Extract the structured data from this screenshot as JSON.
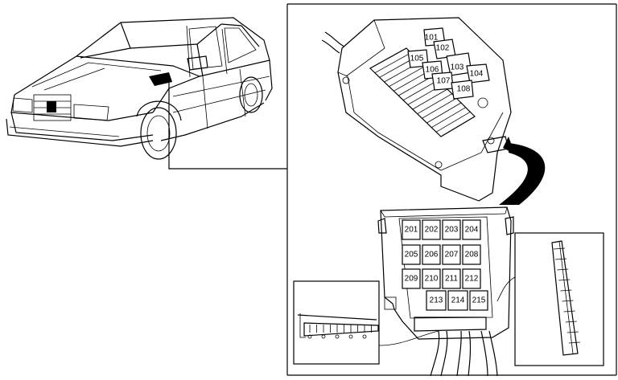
{
  "upper_relay_box": {
    "relays": [
      "101",
      "102",
      "103",
      "104",
      "105",
      "106",
      "107",
      "108"
    ]
  },
  "lower_relay_box": {
    "relays": [
      "201",
      "202",
      "203",
      "204",
      "205",
      "206",
      "207",
      "208",
      "209",
      "210",
      "211",
      "212",
      "213",
      "214",
      "215"
    ]
  }
}
